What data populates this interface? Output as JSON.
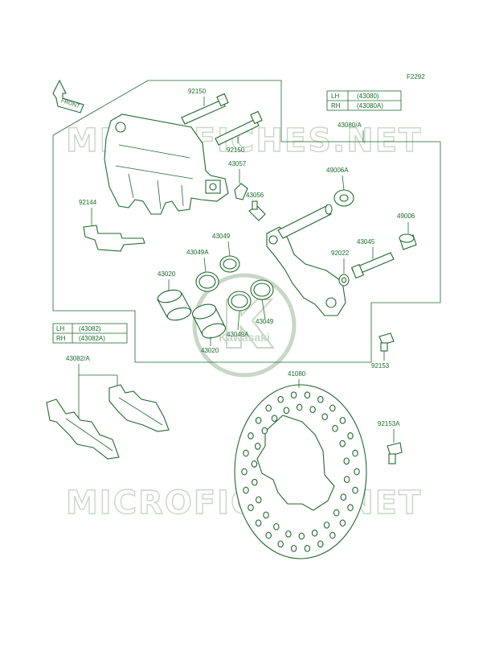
{
  "diagram_code": "F2292",
  "front_label": "FRONT",
  "watermark": {
    "text": "MICROFICHES.NET",
    "logo_text": "Kawasaki"
  },
  "caliper_table": {
    "rows": [
      {
        "side": "LH",
        "part": "(43080)"
      },
      {
        "side": "RH",
        "part": "(43080A)"
      }
    ],
    "assembly_label": "43080/A"
  },
  "pad_table": {
    "rows": [
      {
        "side": "LH",
        "part": "(43082)"
      },
      {
        "side": "RH",
        "part": "(43082A)"
      }
    ],
    "assembly_label": "43082/A"
  },
  "part_labels": {
    "p92150a": "92150",
    "p92150b": "92150",
    "p43057": "43057",
    "p43056": "43056",
    "p92144": "92144",
    "p43049a": "43049",
    "p43049A_a": "43049A",
    "p43020a": "43020",
    "p43049b": "43049",
    "p43049A_b": "43049A",
    "p43020b": "43020",
    "p49006A": "49006A",
    "p49006": "49006",
    "p43045": "43045",
    "p92022": "92022",
    "p92153": "92153",
    "p41080": "41080",
    "p92153A": "92153A"
  }
}
